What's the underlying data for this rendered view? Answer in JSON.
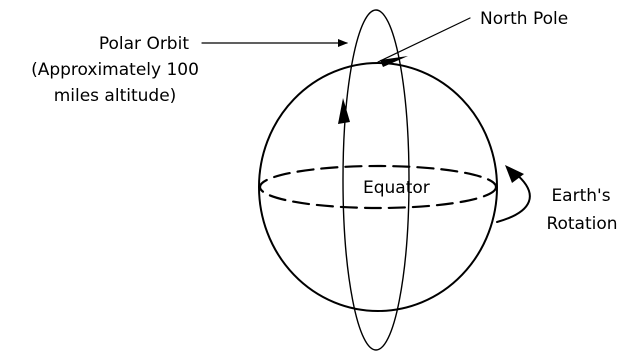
{
  "labels": {
    "polar_orbit": "Polar Orbit",
    "approx_line1": "(Approximately 100",
    "approx_line2": "miles altitude)",
    "north_pole": "North Pole",
    "equator": "Equator",
    "earths": "Earth's",
    "rotation": "Rotation"
  },
  "colors": {
    "ink": "#000000",
    "background": "#ffffff"
  }
}
